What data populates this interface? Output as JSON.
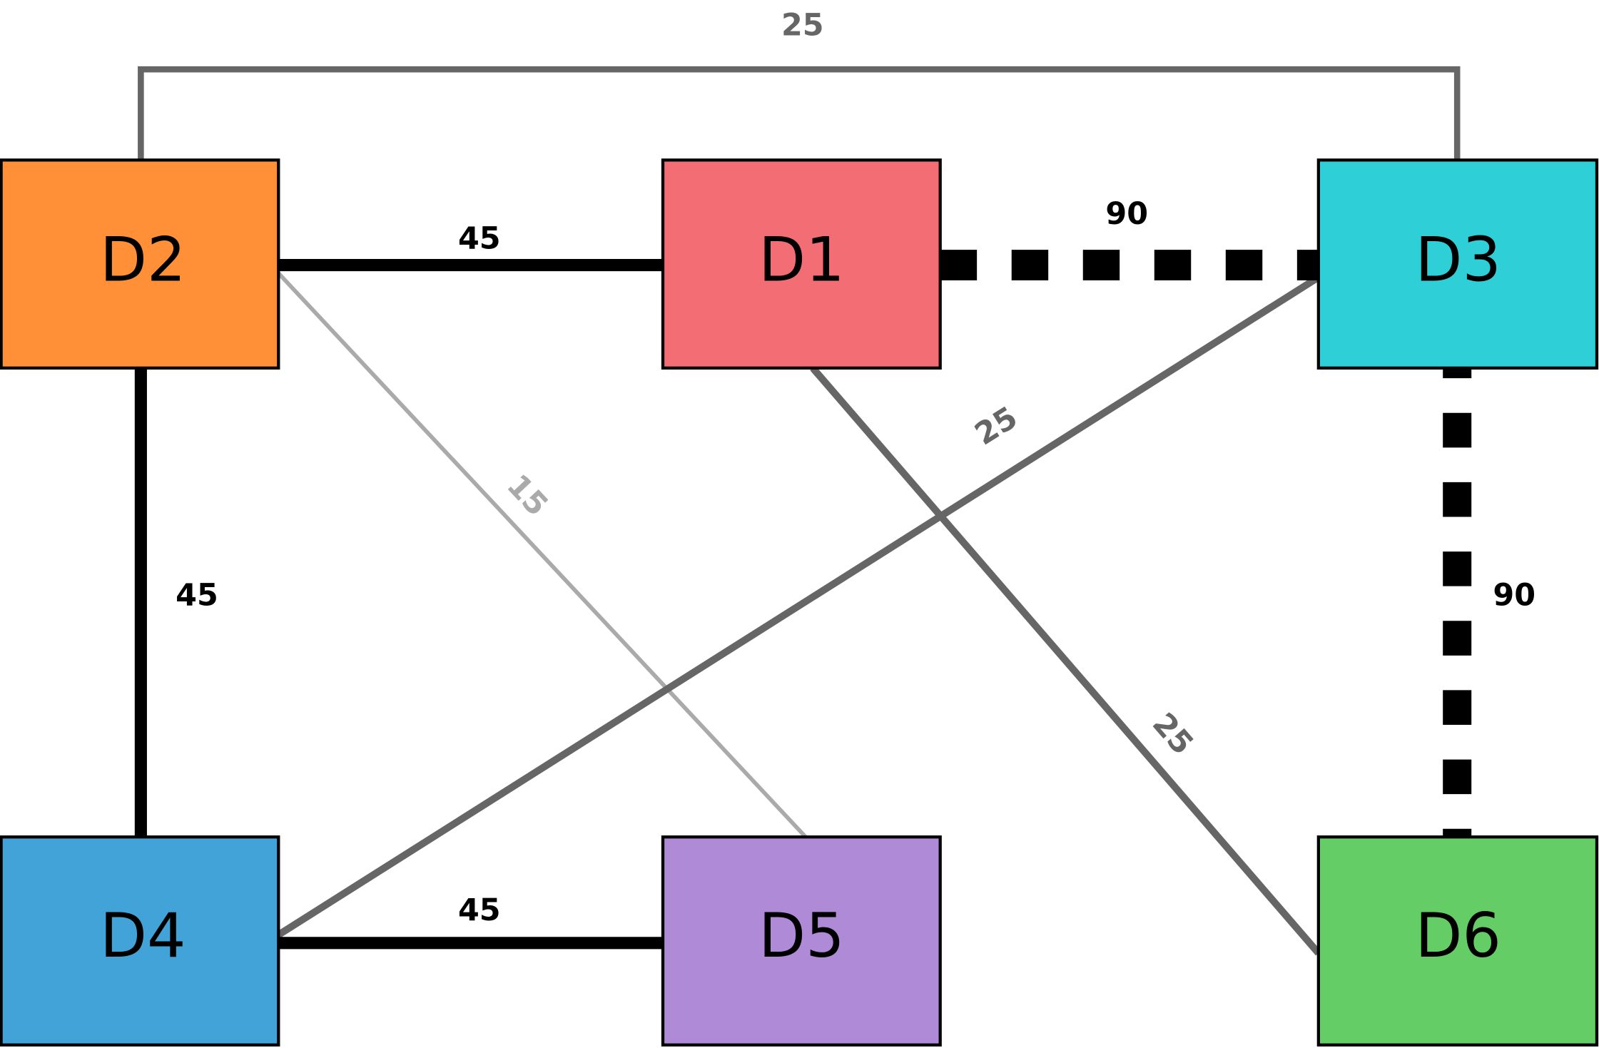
{
  "nodes": {
    "D1": {
      "label": "D1",
      "color": "#F26D74"
    },
    "D2": {
      "label": "D2",
      "color": "#FF9038"
    },
    "D3": {
      "label": "D3",
      "color": "#2FCFD8"
    },
    "D4": {
      "label": "D4",
      "color": "#42A3D8"
    },
    "D5": {
      "label": "D5",
      "color": "#AF8AD6"
    },
    "D6": {
      "label": "D6",
      "color": "#65CD65"
    }
  },
  "edges": {
    "d2_d3": {
      "from": "D2",
      "to": "D3",
      "weight": "25",
      "color": "#666666",
      "style": "solid"
    },
    "d2_d1": {
      "from": "D2",
      "to": "D1",
      "weight": "45",
      "color": "#000000",
      "style": "solid"
    },
    "d1_d3": {
      "from": "D1",
      "to": "D3",
      "weight": "90",
      "color": "#000000",
      "style": "dashed"
    },
    "d2_d4": {
      "from": "D2",
      "to": "D4",
      "weight": "45",
      "color": "#000000",
      "style": "solid"
    },
    "d3_d6": {
      "from": "D3",
      "to": "D6",
      "weight": "90",
      "color": "#000000",
      "style": "dashed"
    },
    "d4_d5": {
      "from": "D4",
      "to": "D5",
      "weight": "45",
      "color": "#000000",
      "style": "solid"
    },
    "d2_d5": {
      "from": "D2",
      "to": "D5",
      "weight": "15",
      "color": "#AAAAAA",
      "style": "solid"
    },
    "d1_d6": {
      "from": "D1",
      "to": "D6",
      "weight": "25",
      "color": "#666666",
      "style": "solid"
    },
    "d4_d3": {
      "from": "D4",
      "to": "D3",
      "weight": "25",
      "color": "#666666",
      "style": "solid"
    }
  }
}
